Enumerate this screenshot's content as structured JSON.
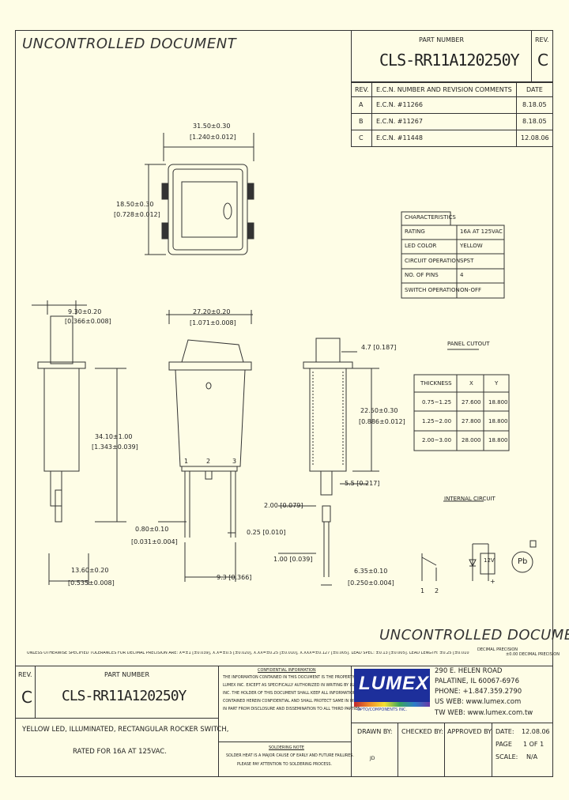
{
  "watermark": {
    "top": "UNCONTROLLED DOCUMENT",
    "bottom": "UNCONTROLLED DOCUMENT"
  },
  "header": {
    "part_number_label": "PART NUMBER",
    "part_number": "CLS-RR11A120250Y",
    "rev_label": "REV.",
    "rev": "C"
  },
  "revisions": {
    "columns": [
      "REV.",
      "E.C.N. NUMBER AND REVISION COMMENTS",
      "DATE"
    ],
    "rows": [
      {
        "rev": "A",
        "comment": "E.C.N. #11266",
        "date": "8.18.05"
      },
      {
        "rev": "B",
        "comment": "E.C.N. #11267",
        "date": "8.18.05"
      },
      {
        "rev": "C",
        "comment": "E.C.N. #11448",
        "date": "12.08.06"
      }
    ]
  },
  "dimensions": {
    "top_width": "31.50±0.30",
    "top_width_in": "[1.240±0.012]",
    "top_height": "18.50±0.30",
    "top_height_in": "[0.728±0.012]",
    "side_width": "9.30±0.20",
    "side_width_in": "[0.366±0.008]",
    "front_width": "27.20±0.20",
    "front_width_in": "[1.071±0.008]",
    "overall_height": "34.10±1.00",
    "overall_height_in": "[1.343±0.039]",
    "terminal_width": "0.80±0.10",
    "terminal_width_in": "[0.031±0.004]",
    "base_width": "13.60±0.20",
    "base_width_in": "[0.535±0.008]",
    "terminal_thk": "0.25 [0.010]",
    "pitch": "9.3 [0.366]",
    "flange": "4.7 [0.187]",
    "body_height": "22.50±0.30",
    "body_height_in": "[0.886±0.012]",
    "pin_len": "5.5 [0.217]",
    "pin_gap": "2.00 [0.079]",
    "pin_thk": "1.00 [0.039]",
    "tab_width": "6.35±0.10",
    "tab_width_in": "[0.250±0.004]",
    "pin_labels": [
      "1",
      "2",
      "3"
    ]
  },
  "characteristics": {
    "title": "CHARACTERISTICS",
    "rows": [
      {
        "label": "RATING",
        "value": "16A AT 125VAC"
      },
      {
        "label": "LED COLOR",
        "value": "YELLOW"
      },
      {
        "label": "CIRCUIT OPERATION",
        "value": "SPST"
      },
      {
        "label": "NO. OF PINS",
        "value": "4"
      },
      {
        "label": "SWITCH OPERATION",
        "value": "ON-OFF"
      }
    ]
  },
  "panel_cutout": {
    "title": "PANEL CUTOUT",
    "columns": [
      "THICKNESS",
      "X",
      "Y"
    ],
    "rows": [
      [
        "0.75~1.25",
        "27.600",
        "18.800"
      ],
      [
        "1.25~2.00",
        "27.800",
        "18.800"
      ],
      [
        "2.00~3.00",
        "28.000",
        "18.800"
      ]
    ]
  },
  "internal_circuit": {
    "title": "INTERNAL CIRCUIT",
    "voltage": "12V",
    "pins": [
      "1",
      "2"
    ],
    "plus": "+",
    "pb": "Pb"
  },
  "notes": {
    "tolerance": "UNLESS OTHERWISE SPECIFIED TOLERANCES FOR DECIMAL PRECISION ARE: X=±1 [±0.039], X.X=±0.5 [±0.020], X.XX=±0.25 [±0.010], X.XXX=±0.127 [±0.005]. LEAD SPEC: ±0.13 [±0.005]. LEAD LENGTH: ±0.25 [±0.010]",
    "precision": "DECIMAL PRECISION",
    "hole": "±0.00 DECIMAL PRECISION",
    "confidential_title": "CONFIDENTIAL INFORMATION",
    "confidential_lines": [
      "THE INFORMATION CONTAINED IN THIS DOCUMENT IS THE PROPERTY OF",
      "LUMEX INC. EXCEPT AS SPECIFICALLY AUTHORIZED IN WRITING BY LUMEX",
      "INC. THE HOLDER OF THIS DOCUMENT SHALL KEEP ALL INFORMATION",
      "CONTAINED HEREIN CONFIDENTIAL AND SHALL PROTECT SAME IN WHOLE OR",
      "IN PART FROM DISCLOSURE AND DISSEMINATION TO ALL THIRD PARTIES."
    ],
    "solder_title": "SOLDERING NOTE",
    "solder_lines": [
      "SOLDER HEAT IS A MAJOR CAUSE OF EARLY AND FUTURE FAILURES.",
      "PLEASE PAY ATTENTION TO SOLDERING PROCESS."
    ]
  },
  "company": {
    "logo": "LUMEX",
    "tagline": "OPTO/COMPONENTS INC.",
    "address1": "290 E. HELEN ROAD",
    "address2": "PALATINE, IL 60067-6976",
    "phone": "PHONE: +1.847.359.2790",
    "us_web": "US WEB: www.lumex.com",
    "tw_web": "TW WEB: www.lumex.com.tw"
  },
  "title_block": {
    "rev_label": "REV.",
    "rev": "C",
    "part_number_label": "PART NUMBER",
    "part_number": "CLS-RR11A120250Y",
    "description1": "YELLOW LED, ILLUMINATED, RECTANGULAR ROCKER SWITCH,",
    "description2": "RATED FOR 16A AT 125VAC.",
    "drawn_by_label": "DRAWN BY:",
    "drawn_by": "JD",
    "checked_by_label": "CHECKED BY:",
    "approved_by_label": "APPROVED BY:",
    "date_label": "DATE:",
    "date": "12.08.06",
    "page_label": "PAGE",
    "page": "1 OF 1",
    "scale_label": "SCALE:",
    "scale": "N/A"
  }
}
